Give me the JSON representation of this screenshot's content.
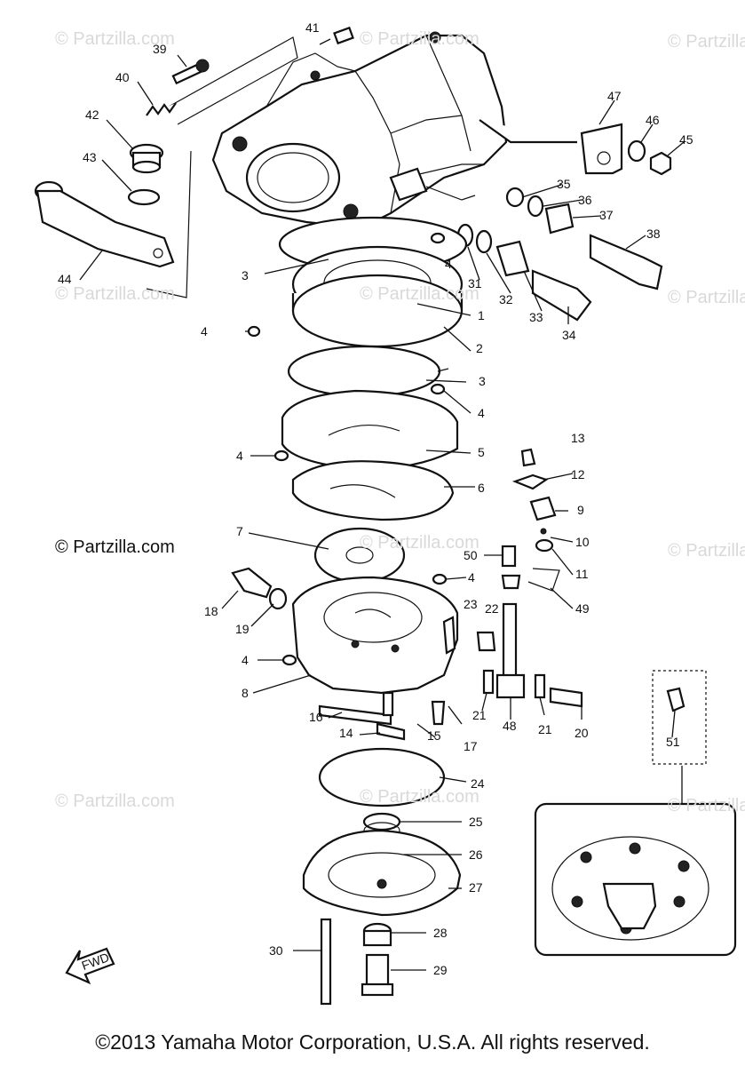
{
  "watermark": {
    "text": "© Partzilla.com",
    "prominent_text": "© Partzilla.com"
  },
  "copyright": "©2013  Yamaha Motor Corporation, U.S.A. All rights reserved.",
  "fwd_label": "FWD",
  "callouts": {
    "p1": "1",
    "p2": "2",
    "p3a": "3",
    "p3b": "3",
    "p4a": "4",
    "p4b": "4",
    "p4c": "4",
    "p4d": "4",
    "p4e": "4",
    "p4f": "4",
    "p5": "5",
    "p6": "6",
    "p7": "7",
    "p8": "8",
    "p9": "9",
    "p10": "10",
    "p11": "11",
    "p12": "12",
    "p13": "13",
    "p14": "14",
    "p15": "15",
    "p16": "16",
    "p17": "17",
    "p18": "18",
    "p19": "19",
    "p20": "20",
    "p21a": "21",
    "p21b": "21",
    "p22": "22",
    "p23": "23",
    "p24": "24",
    "p25": "25",
    "p26": "26",
    "p27": "27",
    "p28": "28",
    "p29": "29",
    "p30": "30",
    "p31": "31",
    "p32": "32",
    "p33": "33",
    "p34": "34",
    "p35": "35",
    "p36": "36",
    "p37": "37",
    "p38": "38",
    "p39": "39",
    "p40": "40",
    "p41": "41",
    "p42": "42",
    "p43": "43",
    "p44": "44",
    "p45": "45",
    "p46": "46",
    "p47": "47",
    "p48": "48",
    "p49": "49",
    "p50": "50",
    "p51": "51"
  }
}
